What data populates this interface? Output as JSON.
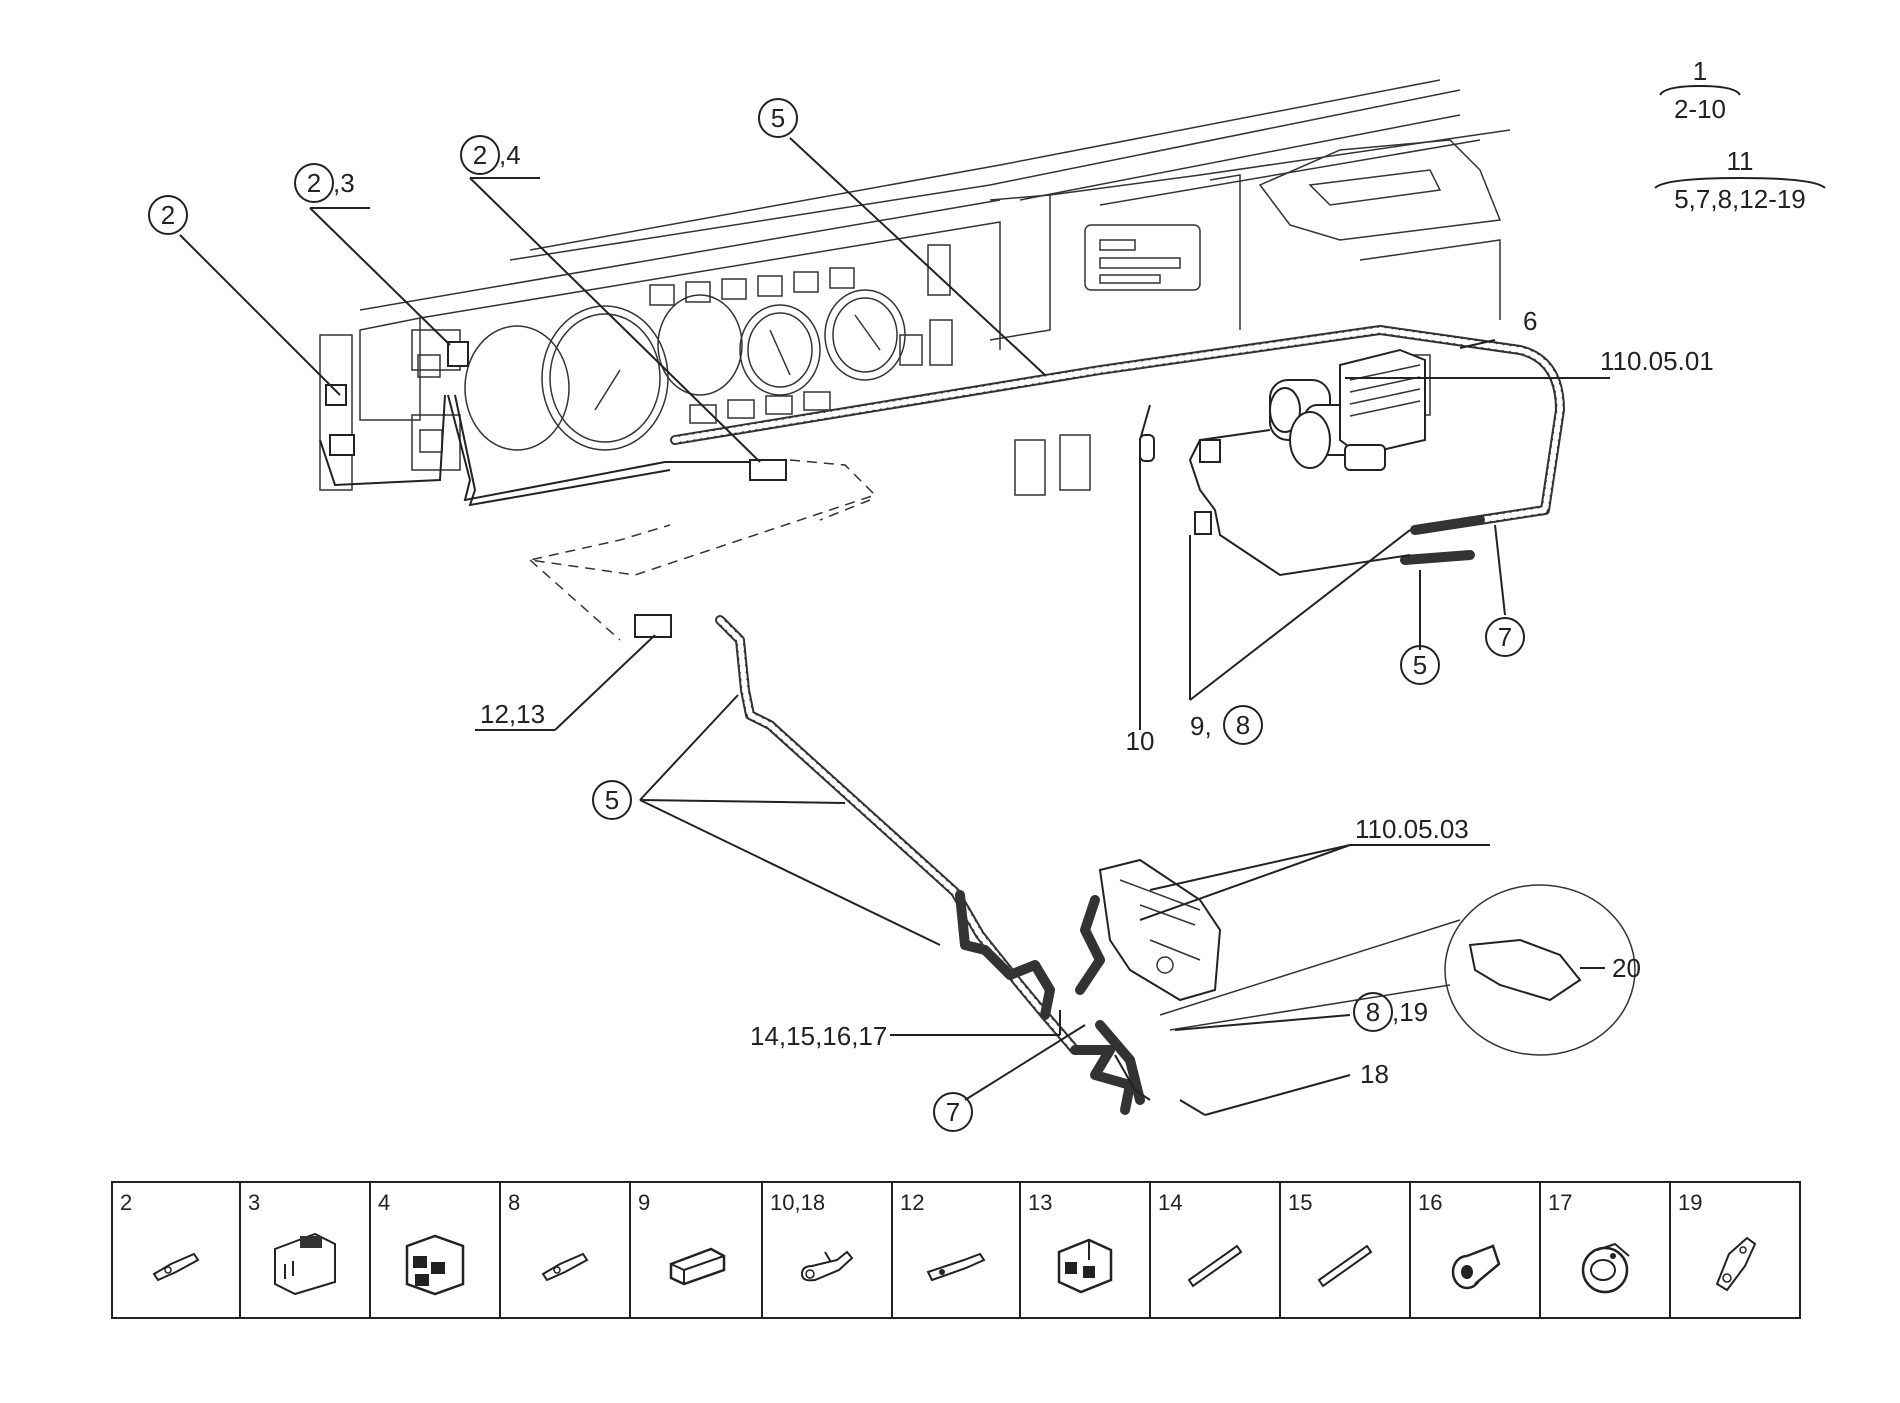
{
  "legend_group_1": {
    "top": "1",
    "bottom": "2-10"
  },
  "legend_group_11": {
    "top": "11",
    "bottom": "5,7,8,12-19"
  },
  "callouts": {
    "c2": "2",
    "c2_3_circ": "2",
    "c2_3_suffix": ",3",
    "c2_4_circ": "2",
    "c2_4_suffix": ",4",
    "c5_top": "5",
    "c6": "6",
    "ref_110_05_01": "110.05.01",
    "c5_right": "5",
    "c7_right": "7",
    "c10": "10",
    "c9_8_prefix": "9,",
    "c9_8_circ": "8",
    "c12_13": "12,13",
    "c5_mid": "5",
    "ref_110_05_03": "110.05.03",
    "c20": "20",
    "c8_19_circ": "8",
    "c8_19_suffix": ",19",
    "c14_17": "14,15,16,17",
    "c18": "18",
    "c7_bottom": "7"
  },
  "parts_table": [
    {
      "label": "2",
      "icon": "flat-terminal-icon"
    },
    {
      "label": "3",
      "icon": "multi-pin-housing-icon"
    },
    {
      "label": "4",
      "icon": "connector-block-icon"
    },
    {
      "label": "8",
      "icon": "flat-terminal-icon"
    },
    {
      "label": "9",
      "icon": "single-plug-housing-icon"
    },
    {
      "label": "10,18",
      "icon": "ring-terminal-icon"
    },
    {
      "label": "12",
      "icon": "tab-terminal-icon"
    },
    {
      "label": "13",
      "icon": "two-pin-housing-icon"
    },
    {
      "label": "14",
      "icon": "tube-sleeve-icon"
    },
    {
      "label": "15",
      "icon": "tube-sleeve-icon"
    },
    {
      "label": "16",
      "icon": "grommet-icon"
    },
    {
      "label": "17",
      "icon": "cable-clip-icon"
    },
    {
      "label": "19",
      "icon": "eyelet-bracket-icon"
    }
  ]
}
